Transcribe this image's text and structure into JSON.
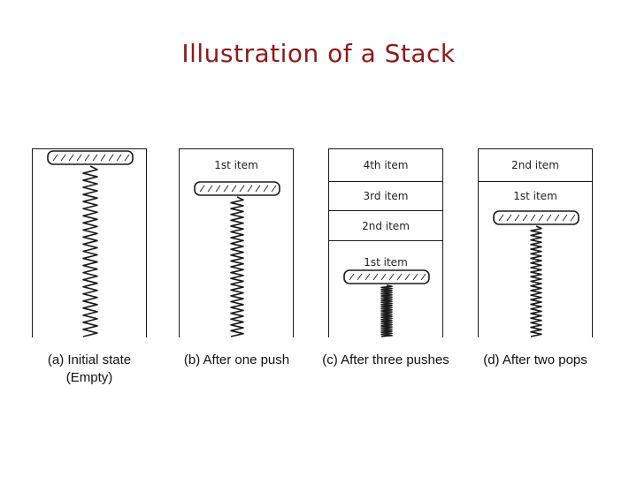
{
  "title": "Illustration of a Stack",
  "panels": [
    {
      "caption_line1": "(a) Initial state",
      "caption_line2": "(Empty)",
      "items": []
    },
    {
      "caption_line1": "(b) After one push",
      "items": [
        "1st item"
      ]
    },
    {
      "caption_line1": "(c) After three pushes",
      "items": [
        "4th item",
        "3rd item",
        "2nd item",
        "1st item"
      ]
    },
    {
      "caption_line1": "(d) After two pops",
      "items": [
        "2nd item",
        "1st item"
      ]
    }
  ],
  "colors": {
    "title": "#8b1a1a",
    "line": "#1a1a1a"
  }
}
